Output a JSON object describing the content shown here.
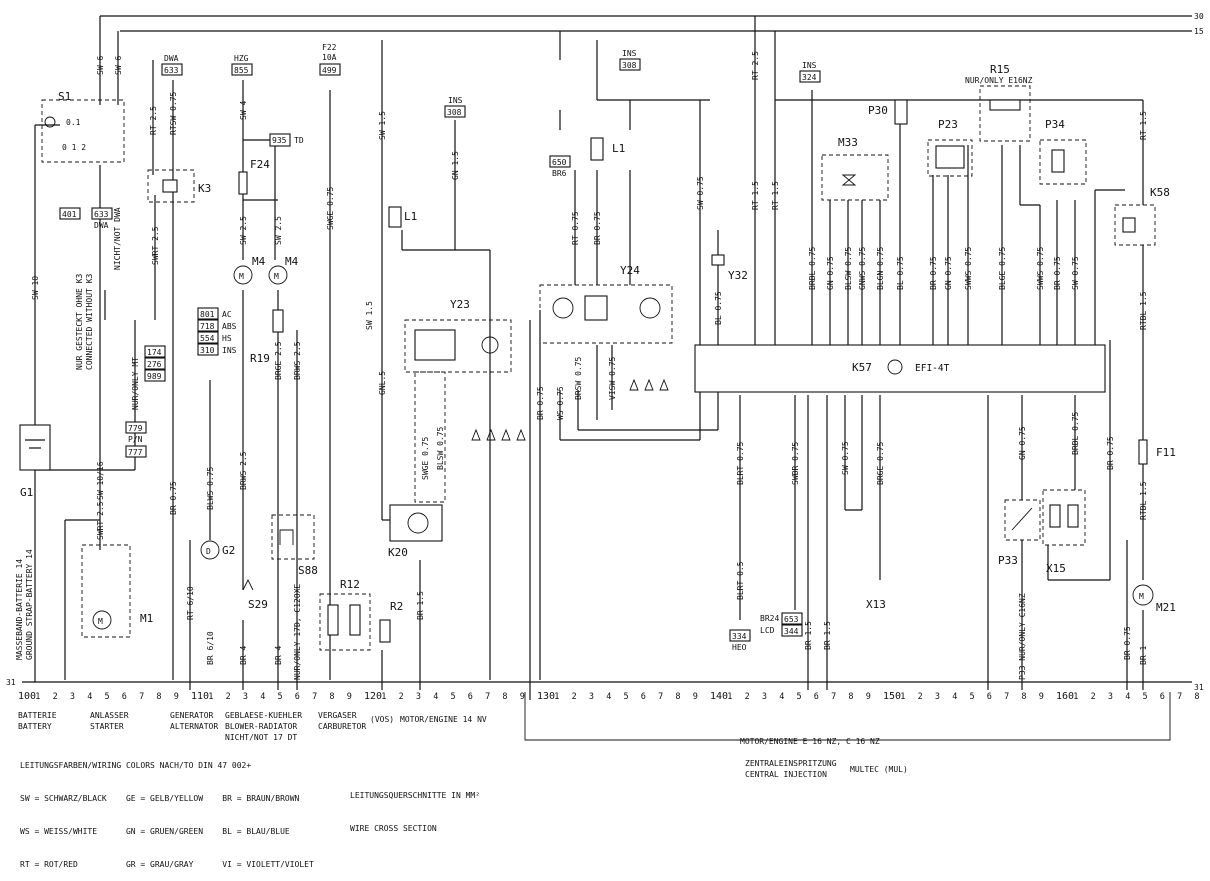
{
  "rails": {
    "r30": "30",
    "r15": "15",
    "r31_left": "31",
    "r31_right": "31"
  },
  "scale": {
    "majors": [
      "100",
      "110",
      "120",
      "130",
      "140",
      "150",
      "160"
    ],
    "tens_start": 100
  },
  "components": {
    "S1": "S1",
    "K3": "K3",
    "G1": "G1",
    "M1": "M1",
    "G2": "G2",
    "S29": "S29",
    "M4a": "M4",
    "M4b": "M4",
    "R19": "R19",
    "F24": "F24",
    "S88": "S88",
    "R12": "R12",
    "R2": "R2",
    "L1a": "L1",
    "L1b": "L1",
    "Y23": "Y23",
    "Y24": "Y24",
    "Y32": "Y32",
    "K20": "K20",
    "K57": "K57",
    "EFI": "EFI-4T",
    "M33": "M33",
    "P30": "P30",
    "P23": "P23",
    "R15": "R15",
    "R15note": "NUR/ONLY E16NZ",
    "P34": "P34",
    "K58": "K58",
    "F11": "F11",
    "M21": "M21",
    "X13": "X13",
    "X15": "X15",
    "P33": "P33"
  },
  "refs": {
    "dwa": "DWA",
    "dwa_n": "633",
    "hzg": "HZG",
    "hzg_n": "855",
    "f22": "F22",
    "f22_a": "10A",
    "f22_n": "499",
    "ins": "INS",
    "ins_308": "308",
    "ins_324": "324",
    "r935": "935",
    "r935b": "TD",
    "r401": "401",
    "r633": "633",
    "r633b": "DWA",
    "r801": "801",
    "r718": "718",
    "r554": "554",
    "r310": "310",
    "r801b": "AC",
    "r718b": "ABS",
    "r554b": "HS",
    "r310b": "INS",
    "r174": "174",
    "r276": "276",
    "r989": "989",
    "r779": "779",
    "r779b": "P/N",
    "r777": "777",
    "r650": "650",
    "r650b": "BR6",
    "r334": "334",
    "r334b": "HEO",
    "br24": "BR24",
    "lcd": "LCD",
    "r653": "653",
    "r344": "344"
  },
  "wires": [
    {
      "t": "SW 6"
    },
    {
      "t": "SW 6"
    },
    {
      "t": "RT 2.5"
    },
    {
      "t": "RTSW 0.75"
    },
    {
      "t": "SW 10"
    },
    {
      "t": "SWRT 2.5"
    },
    {
      "t": "NUR/ONLY MT"
    },
    {
      "t": "BR 0.75"
    },
    {
      "t": "SW 10/16"
    },
    {
      "t": "SWRT 2.5"
    },
    {
      "t": "RT 6/10"
    },
    {
      "t": "BLWS 0.75"
    },
    {
      "t": "BRWS 2.5"
    },
    {
      "t": "SW 4"
    },
    {
      "t": "SW 2.5"
    },
    {
      "t": "SW 2.5"
    },
    {
      "t": "BRGE 2.5"
    },
    {
      "t": "BRWS 2.5"
    },
    {
      "t": "SWGE 0.75"
    },
    {
      "t": "SW 1.5"
    },
    {
      "t": "GN 1.5"
    },
    {
      "t": "SW 1.5"
    },
    {
      "t": "GNL.5"
    },
    {
      "t": "SWGE 0.75"
    },
    {
      "t": "BLSW 0.75"
    },
    {
      "t": "BR 1.5"
    },
    {
      "t": "RT 0.75"
    },
    {
      "t": "BR 0.75"
    },
    {
      "t": "SW 0.75"
    },
    {
      "t": "BL 0.75"
    },
    {
      "t": "RT 1.5"
    },
    {
      "t": "RT 1.5"
    },
    {
      "t": "RT 2.5"
    },
    {
      "t": "BRBL 0.75"
    },
    {
      "t": "GN 0.75"
    },
    {
      "t": "BLSW 0.75"
    },
    {
      "t": "GNWS 0.75"
    },
    {
      "t": "BLGN 0.75"
    },
    {
      "t": "BL 0.75"
    },
    {
      "t": "BR 0.75"
    },
    {
      "t": "GN 0.75"
    },
    {
      "t": "SWWS 0.75"
    },
    {
      "t": "BLGE 0.75"
    },
    {
      "t": "SWWS 0.75"
    },
    {
      "t": "BR 0.75"
    },
    {
      "t": "SW 0.75"
    },
    {
      "t": "RT 1.5"
    },
    {
      "t": "RTBL 1.5"
    },
    {
      "t": "BR 0.75"
    },
    {
      "t": "WS 0.75"
    },
    {
      "t": "BRSW 0.75"
    },
    {
      "t": "VISW 0.75"
    },
    {
      "t": "BLRT 0.75"
    },
    {
      "t": "SWBR 0.75"
    },
    {
      "t": "BLRT 0.5"
    },
    {
      "t": "BR 1.5"
    },
    {
      "t": "BR 1.5"
    },
    {
      "t": "SW 0.75"
    },
    {
      "t": "BRGE 0.75"
    },
    {
      "t": "GN 0.75"
    },
    {
      "t": "BRBL 0.75"
    },
    {
      "t": "BR 0.75"
    },
    {
      "t": "RTBL 1.5"
    },
    {
      "t": "BR 0.75"
    },
    {
      "t": "BR 1"
    },
    {
      "t": "BR 4"
    },
    {
      "t": "BR 4"
    },
    {
      "t": "BR 6/10"
    }
  ],
  "notes": {
    "ohne_k3": "NUR GESTECKT OHNE K3",
    "without_k3": "CONNECTED WITHOUT K3",
    "nicht_dwa": "NICHT/NOT DWA",
    "massband": "MASSEBAND-BATTERIE 14",
    "ground": "GROUND STRAP-BATTERY 14",
    "nur17d": "NUR/ONLY 17D, C12OXE",
    "p33note": "P33 NUR/ONLY C16NZ",
    "s1_pos": "0.1",
    "s1_pos2": "0 1 2"
  },
  "captions": {
    "batterie": "BATTERIE",
    "battery": "BATTERY",
    "anlasser": "ANLASSER",
    "starter": "STARTER",
    "generator": "GENERATOR",
    "alternator": "ALTERNATOR",
    "geblaese": "GEBLAESE-KUEHLER",
    "blower": "BLOWER-RADIATOR",
    "nicht17": "NICHT/NOT 17 DT",
    "vergaser": "VERGASER",
    "carburetor": "CARBURETOR",
    "vos": "(VOS)",
    "motor14": "MOTOR/ENGINE 14 NV",
    "motorE16": "MOTOR/ENGINE E 16 NZ, C 16 NZ",
    "zentral": "ZENTRALEINSPRITZUNG",
    "central": "CENTRAL INJECTION",
    "multec": "MULTEC (MUL)"
  },
  "legend": {
    "title": "LEITUNGSFARBEN/WIRING COLORS NACH/TO DIN 47 002+",
    "rows": [
      "SW = SCHWARZ/BLACK    GE = GELB/YELLOW    BR = BRAUN/BROWN",
      "WS = WEISS/WHITE      GN = GRUEN/GREEN    BL = BLAU/BLUE",
      "RT = ROT/RED          GR = GRAU/GRAY      VI = VIOLETT/VIOLET"
    ],
    "cross_de": "LEITUNGSQUERSCHNITTE IN",
    "cross_en": "WIRE CROSS SECTION",
    "unit": "MM²"
  }
}
